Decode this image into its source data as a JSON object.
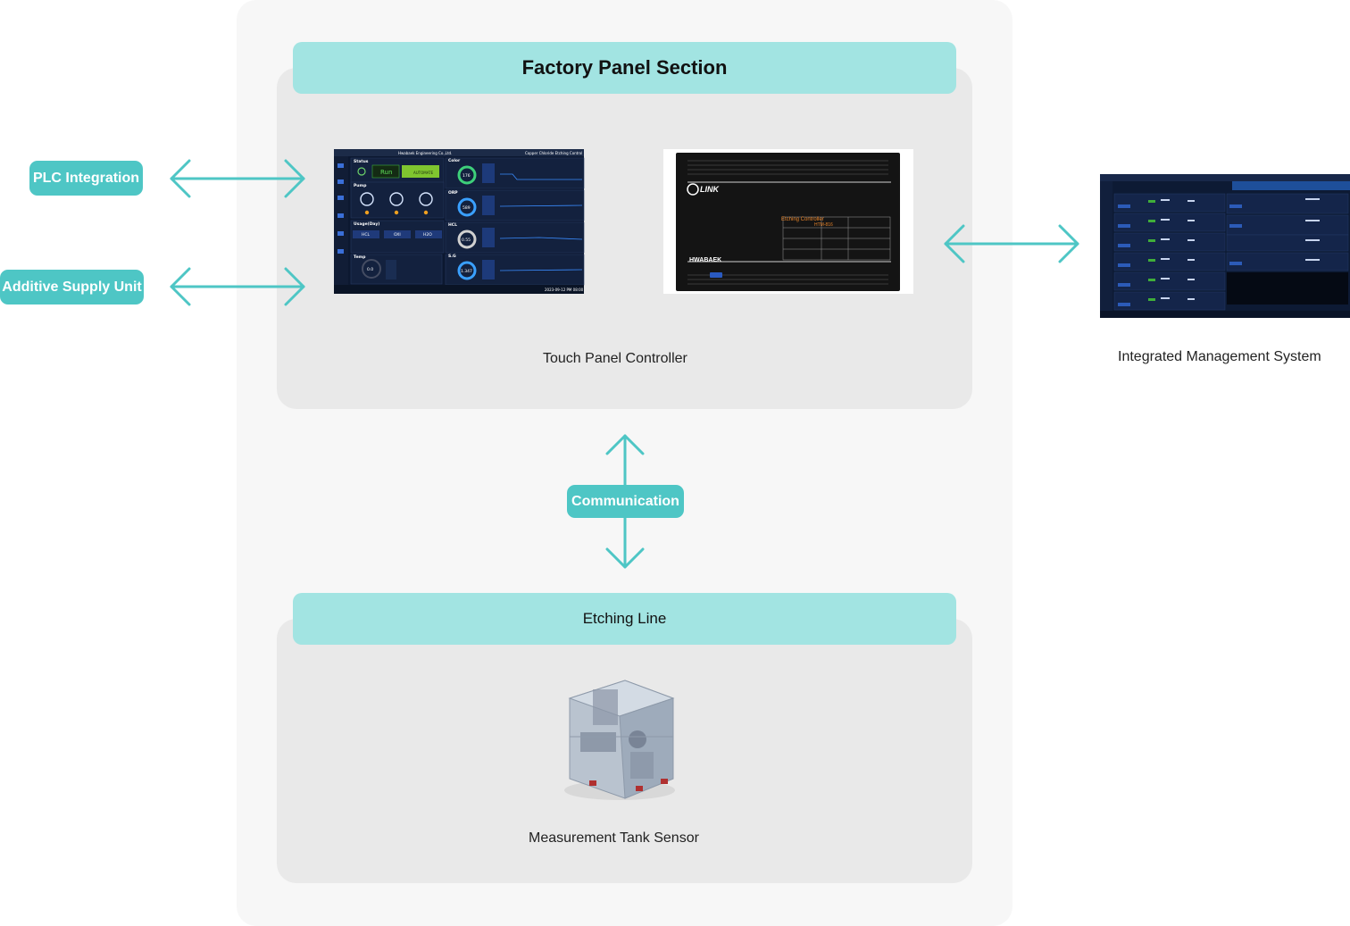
{
  "factory_section": {
    "title": "Factory Panel Section"
  },
  "etching_line": {
    "title": "Etching Line"
  },
  "left_nodes": {
    "plc": "PLC Integration",
    "additive": "Additive Supply Unit"
  },
  "communication": "Communication",
  "captions": {
    "touch_panel": "Touch Panel Controller",
    "ims": "Integrated Management System",
    "tank": "Measurement Tank Sensor"
  },
  "touch_panel_screen": {
    "company": "Hwabaek Engineering Co.,Ltd.",
    "product": "Copper Chloride Etching Control",
    "status_label": "Status",
    "run_label": "Run",
    "auto_label": "AUTOMATE",
    "pump_label": "Pump",
    "usage_label": "Usage(Day)",
    "usage_cols": [
      "HCL",
      "OXI",
      "H2O"
    ],
    "temp_label": "Temp",
    "color_label": "Color",
    "orp_label": "ORP",
    "hcl_label": "HCL",
    "sg_label": "S.G",
    "color_val": "176",
    "orp_val": "589",
    "hcl_val": "0.55",
    "sg_val": "1.347",
    "temp_val": "0.0",
    "date": "2023-09-12 PM 08:00"
  },
  "controller_device": {
    "logo": "LINK",
    "brand": "HWABAEK",
    "title": "Etching Controller",
    "model": "HTM-816"
  },
  "colors": {
    "accent": "#4ec6c5",
    "header": "#a2e4e2",
    "panel": "#e9e9e9",
    "outer": "#f7f7f7"
  }
}
